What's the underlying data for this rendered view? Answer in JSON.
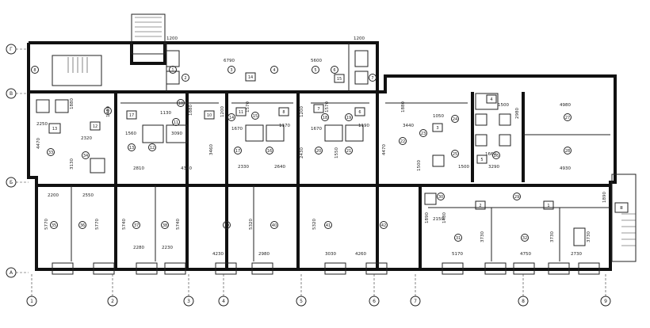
{
  "rows": [
    "Г",
    "В",
    "Б",
    "А"
  ],
  "columns": [
    "1",
    "2",
    "3",
    "4",
    "5",
    "6",
    "7",
    "8",
    "9"
  ],
  "dimensions": [
    "1200",
    "6790",
    "5600",
    "1200",
    "2250",
    "1880",
    "1430",
    "1130",
    "1880",
    "1200",
    "1570",
    "1200",
    "1570",
    "1880",
    "1050",
    "1500",
    "4980",
    "2980",
    "1560",
    "3090",
    "3460",
    "3440",
    "1670",
    "1170",
    "1670",
    "1190",
    "4470",
    "2320",
    "3130",
    "2810",
    "4340",
    "2330",
    "2640",
    "2430",
    "1550",
    "1660",
    "4470",
    "1500",
    "1500",
    "3290",
    "4930",
    "2200",
    "2550",
    "1890",
    "2150",
    "5170",
    "4750",
    "2730",
    "2280",
    "2230",
    "4230",
    "2980",
    "3030",
    "4260",
    "5770",
    "5770",
    "5740",
    "5740",
    "5320",
    "5320",
    "3730",
    "3730",
    "3730",
    "1890",
    "1480"
  ],
  "room_numbers": [
    "17",
    "14",
    "15",
    "11",
    "10",
    "9",
    "8",
    "7",
    "6",
    "5",
    "4",
    "13",
    "12",
    "3",
    "2",
    "1",
    "Ⅲ"
  ],
  "circled_labels": [
    "1",
    "2",
    "3",
    "4",
    "5",
    "6",
    "7",
    "8",
    "9",
    "10",
    "11",
    "12",
    "13",
    "14",
    "15",
    "16",
    "17",
    "18",
    "19",
    "20",
    "21",
    "22",
    "23",
    "24",
    "25",
    "26",
    "27",
    "28",
    "29",
    "30",
    "31",
    "32",
    "33",
    "34",
    "35",
    "36",
    "37",
    "38",
    "39",
    "40",
    "41",
    "42"
  ]
}
